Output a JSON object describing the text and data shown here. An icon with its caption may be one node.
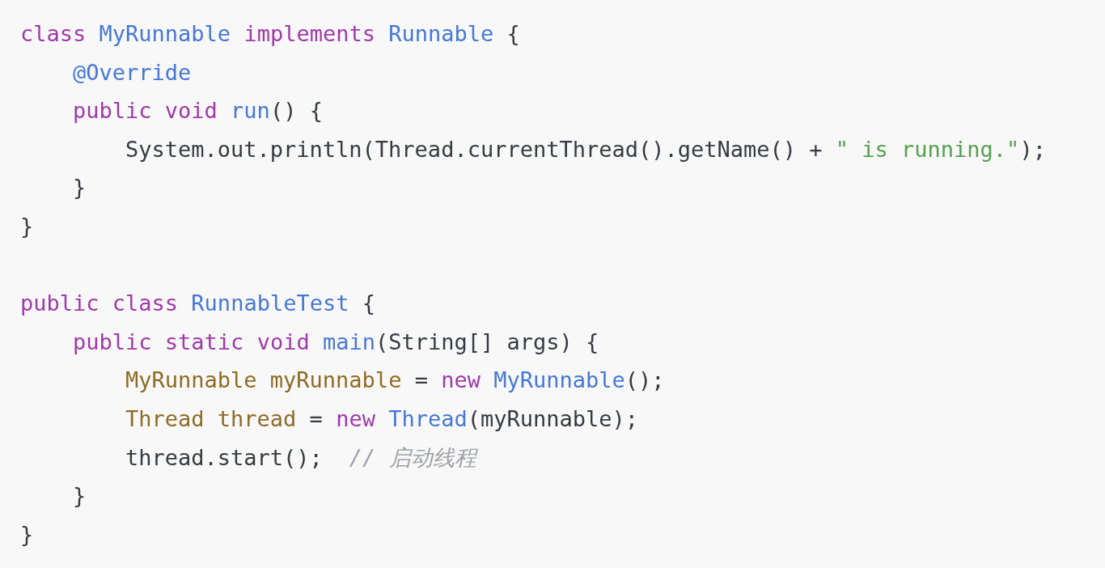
{
  "diagram": {
    "labels": [
      "class MyRunnable implements Runnable {",
      "@Override",
      "public void run() {",
      "System.out.println(Thread.currentThread().getName() + \" is running.\");",
      "}",
      "}",
      "public class RunnableTest {",
      "public static void main(String[] args) {",
      "MyRunnable myRunnable = new MyRunnable();",
      "Thread thread = new Thread(myRunnable);",
      "thread.start();",
      "// 启动线程",
      "}",
      "}"
    ]
  }
}
